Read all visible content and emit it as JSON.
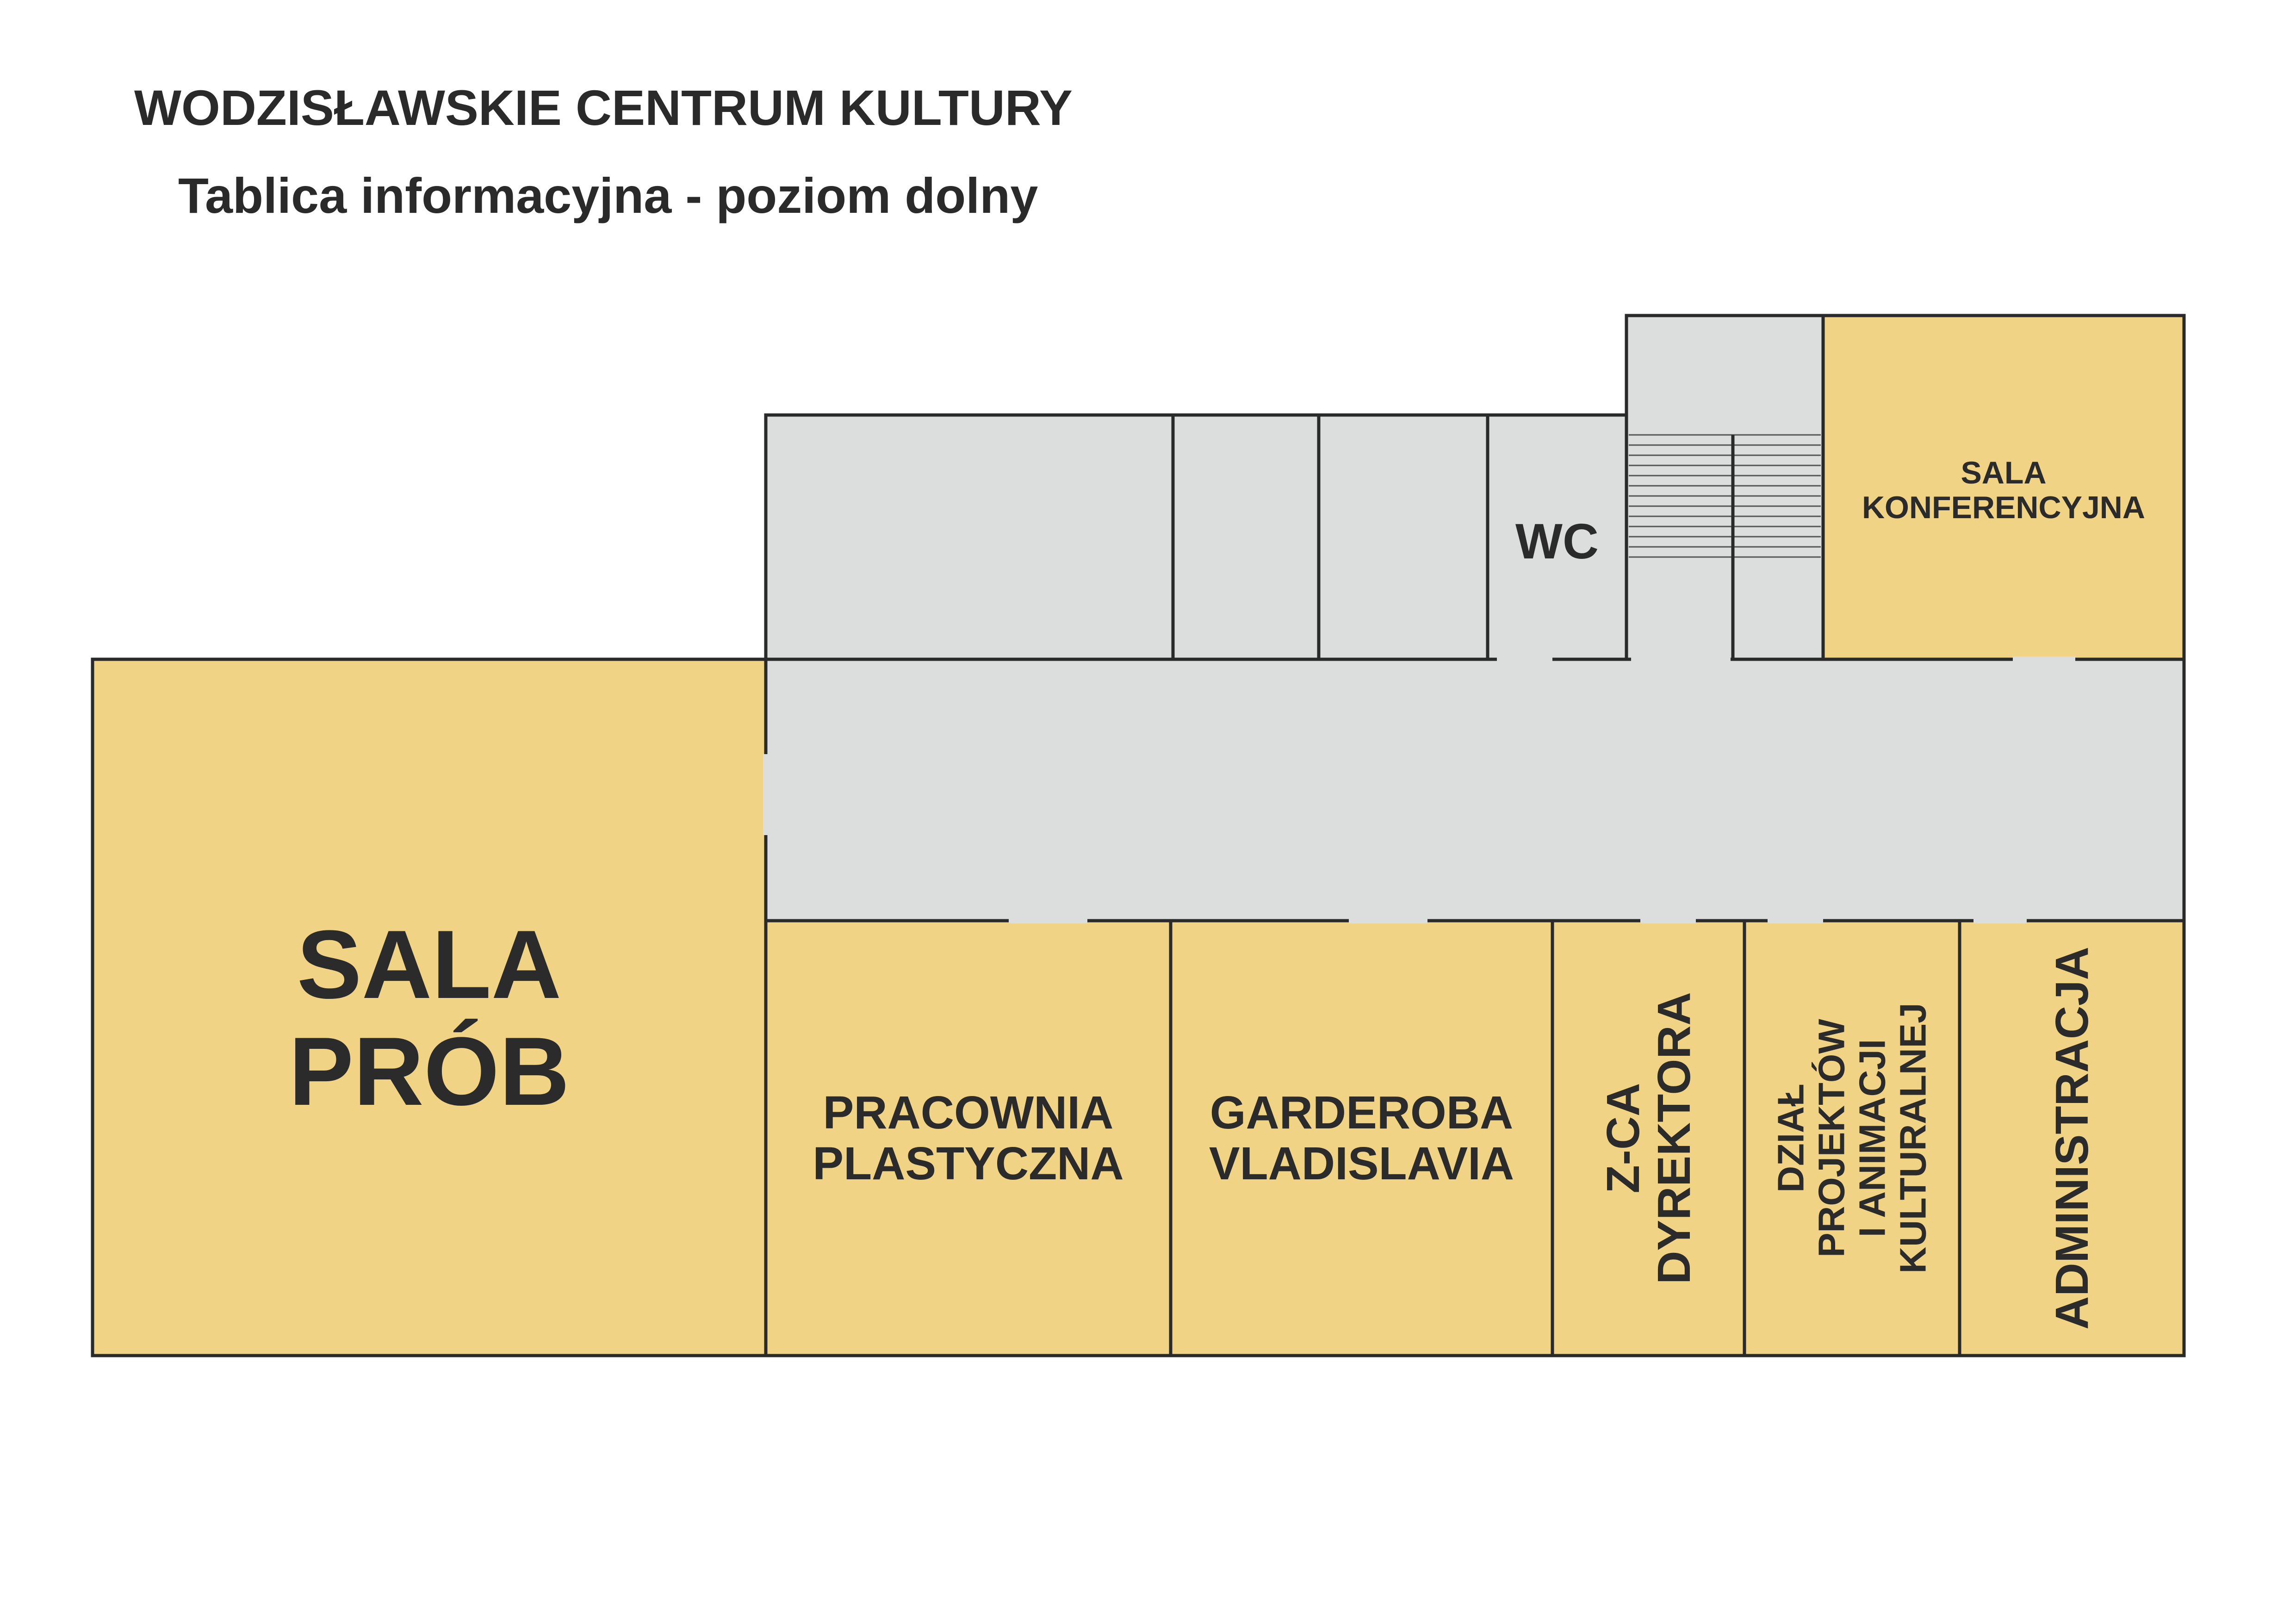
{
  "header": {
    "title": "WODZISŁAWSKIE CENTRUM KULTURY",
    "subtitle": "Tablica informacyjna - poziom dolny"
  },
  "colors": {
    "room_fill": "#F0D384",
    "corridor_fill": "#DCDDDD",
    "wall": "#2A2A2A"
  },
  "rooms": {
    "sala_prob": "SALA\nPRÓB",
    "pracownia": "PRACOWNIA\nPLASTYCZNA",
    "garderoba": "GARDEROBA\nVLADISLAVIA",
    "zca": "Z-CA\nDYREKTORA",
    "dzial": "DZIAŁ PROJEKTÓW\nI ANIMACJI\nKULTURALNEJ",
    "administracja": "ADMINISTRACJA",
    "konferencyjna": "SALA\nKONFERENCYJNA",
    "wc": "WC"
  }
}
